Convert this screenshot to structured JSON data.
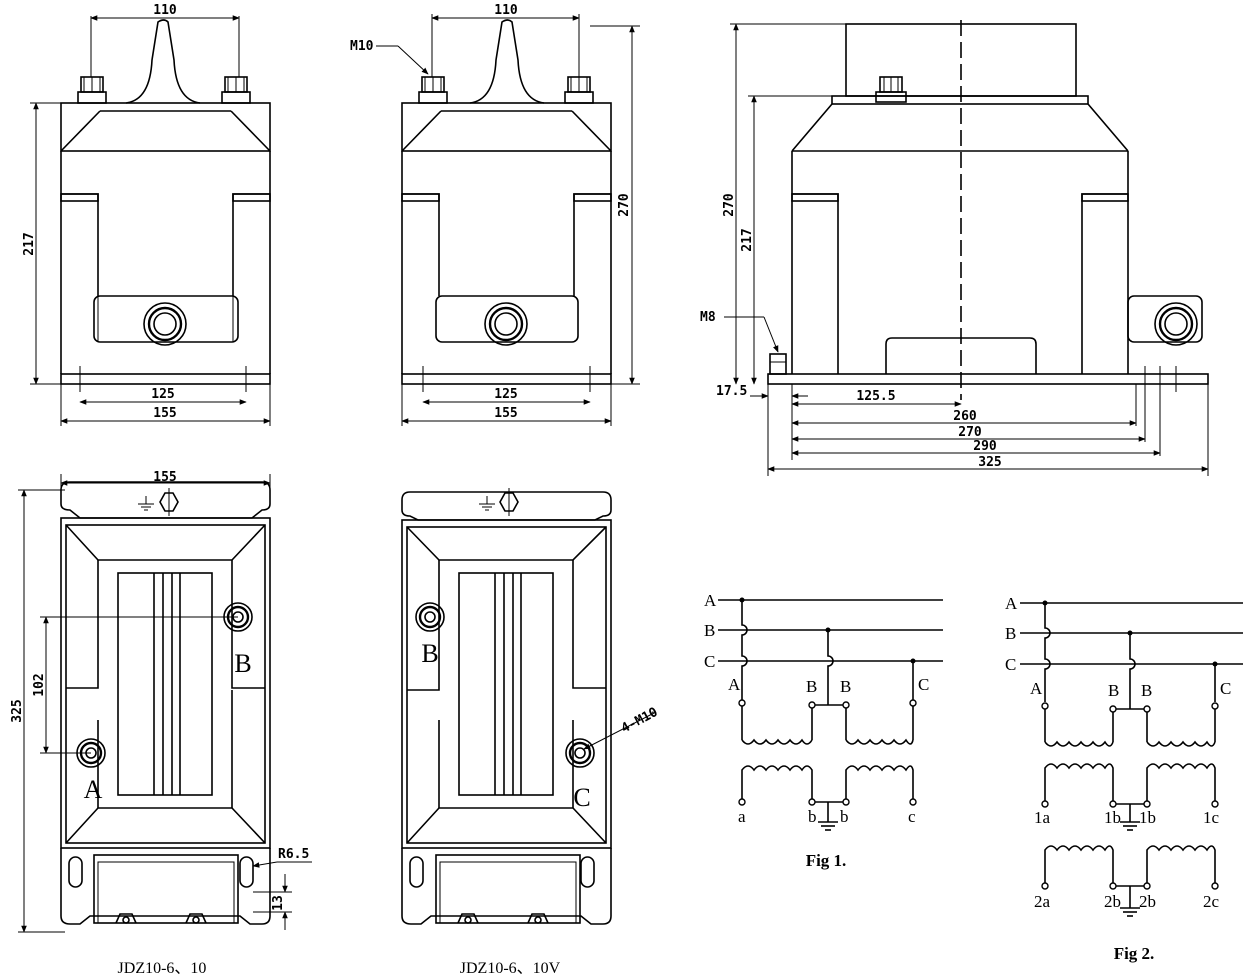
{
  "dims": {
    "front_width_top": "110",
    "front_height": "217",
    "front_width_mid": "125",
    "front_width_base": "155",
    "side_width_top": "110",
    "side_thread": "M10",
    "side_height": "270",
    "side_width_mid": "125",
    "side_width_base": "155",
    "right_height_total": "270",
    "right_height_body": "217",
    "right_thread": "M8",
    "right_offset": "17.5",
    "right_len_a": "125.5",
    "right_len_b": "260",
    "right_len_c": "270",
    "right_len_d": "290",
    "right_len_e": "325",
    "top1_width": "155",
    "top1_height": "325",
    "top1_spacing": "102",
    "top1_radius": "R6.5",
    "top1_slot": "13",
    "top2_thread": "4-M10"
  },
  "terminals": {
    "top1_b": "B",
    "top1_a": "A",
    "top2_b": "B",
    "top2_c": "C"
  },
  "models": {
    "left": "JDZ10-6、10",
    "right": "JDZ10-6、10V"
  },
  "fig1": {
    "caption": "Fig 1.",
    "line_a": "A",
    "line_b": "B",
    "line_c": "C",
    "p1": "A",
    "p2": "B",
    "p3": "B",
    "p4": "C",
    "s1": "a",
    "s2": "b",
    "s3": "b",
    "s4": "c"
  },
  "fig2": {
    "caption": "Fig 2.",
    "line_a": "A",
    "line_b": "B",
    "line_c": "C",
    "p1": "A",
    "p2": "B",
    "p3": "B",
    "p4": "C",
    "s1": "1a",
    "s2": "1b",
    "s3": "1b",
    "s4": "1c",
    "t1": "2a",
    "t2": "2b",
    "t3": "2b",
    "t4": "2c"
  }
}
